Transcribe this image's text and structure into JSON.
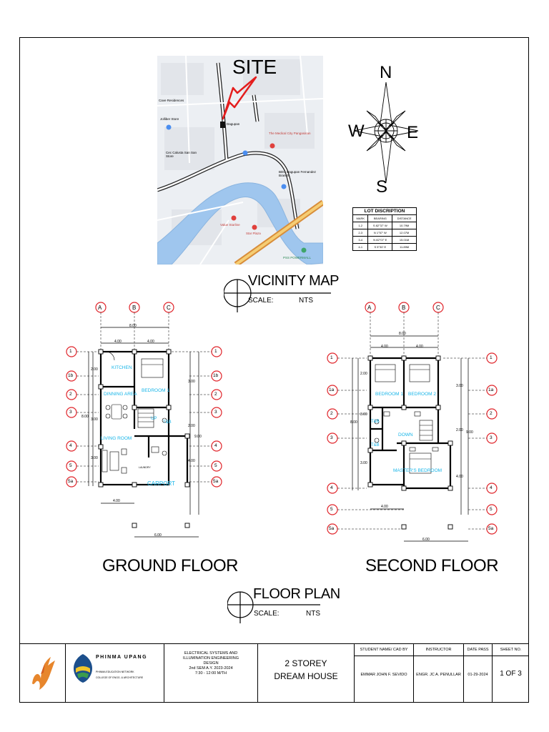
{
  "vicinity": {
    "site_label": "SITE",
    "map_labels": [
      {
        "text": "Cave Residences"
      },
      {
        "text": "Jolliber Store"
      },
      {
        "text": "Dagupan"
      },
      {
        "text": "The Medical City Pangasinan"
      },
      {
        "text": "Cec Calusta San San Store"
      },
      {
        "text": "BDO Dagupan Fernandez Branch"
      },
      {
        "text": "Value Starline"
      },
      {
        "text": "Star Plaza"
      },
      {
        "text": "PSS POWERMALL"
      }
    ],
    "compass": {
      "n": "N",
      "e": "E",
      "s": "S",
      "w": "W"
    },
    "title": "VICINITY MAP",
    "scale_label": "SCALE:",
    "scale_value": "NTS"
  },
  "lot_description": {
    "title": "LOT DISCRIPTION",
    "headers": [
      "MARK",
      "BEARING",
      "DISTANCE"
    ],
    "rows": [
      [
        "1-2",
        "S 82°37' W",
        "10.79M"
      ],
      [
        "2-3",
        "N 1°57' W",
        "12.07M"
      ],
      [
        "3-4",
        "N 82°07' E",
        "15.01M"
      ],
      [
        "4-1",
        "S 5°30' E",
        "11.89M"
      ]
    ]
  },
  "ground_floor": {
    "title": "GROUND FLOOR",
    "col_markers": [
      "A",
      "B",
      "C"
    ],
    "row_markers_left": [
      "1",
      "1b",
      "2",
      "3",
      "4",
      "5",
      "5a"
    ],
    "row_markers_right": [
      "1",
      "1b",
      "2",
      "3",
      "4",
      "5",
      "5a"
    ],
    "dims": {
      "total_width": "8.00",
      "left_bay": "4.00",
      "right_bay": "4.00",
      "bottom_left": "4.00",
      "carport_width": "6.00",
      "left_total": "8.00",
      "left_1": "2.00",
      "left_2": "3.00",
      "left_3": "3.00",
      "right_total": "9.00",
      "right_1": "3.00",
      "right_2": "2.00",
      "right_3": "4.00"
    },
    "rooms": {
      "kitchen": "KITCHEN",
      "dining": "DINNING AREA",
      "bedroom": "BEDROOM 1",
      "living": "LIVING ROOM",
      "up": "UP",
      "tb": "T&B",
      "carport": "CARPORT",
      "small": "LAUNDRY"
    }
  },
  "second_floor": {
    "title": "SECOND FLOOR",
    "col_markers": [
      "A",
      "B",
      "C"
    ],
    "row_markers_left": [
      "1",
      "1a",
      "2",
      "3",
      "4",
      "5",
      "5a"
    ],
    "row_markers_right": [
      "1",
      "1a",
      "2",
      "3",
      "4",
      "5",
      "5a"
    ],
    "dims": {
      "total_width": "8.00",
      "left_bay": "4.00",
      "right_bay": "4.00",
      "bottom_left": "4.00",
      "bottom_right": "6.00",
      "left_total": "8.00",
      "left_1": "2.00",
      "left_2": "3.00",
      "left_3": "3.00",
      "right_total": "9.00",
      "right_1": "3.00",
      "right_2": "2.00",
      "right_3": "4.00"
    },
    "rooms": {
      "bedroom1": "BEDROOM 1",
      "bedroom2": "BEDROOM 2",
      "tb1": "T&B",
      "tb2": "T&B",
      "down": "DOWN",
      "master": "MASTER'S BEDROOM"
    }
  },
  "floor_plan": {
    "title": "FLOOR PLAN",
    "scale_label": "SCALE:",
    "scale_value": "NTS"
  },
  "title_block": {
    "school_name": "PHINMA UPANG",
    "school_sub1": "PHINMA EDUCATION NETWORK",
    "school_sub2": "COLLEGE OF ENGG. & ARCHITECTURE",
    "course_line1": "ELECTRICAL SYSTEMS AND",
    "course_line2": "ILLUMINATION ENGINEERING",
    "course_line3": "DESIGN",
    "course_line4": "2nd SEM A.Y. 2023-2024",
    "course_line5": "7:30 - 12:00 M/TH",
    "project_line1": "2 STOREY",
    "project_line2": "DREAM HOUSE",
    "student_head": "STUDENT NAME/ CAD BY",
    "student_val": "EMMAR JOHN F. SEVIDO",
    "instructor_head": "INSTRUCTOR",
    "instructor_val": "ENGR. JC A. PENULLAR",
    "date_head": "DATE PASS",
    "date_val": "01-29-2024",
    "sheet_head": "SHEET NO.",
    "sheet_val": "1 OF 3"
  },
  "colors": {
    "marker_red": "#e0252b",
    "room_label_cyan": "#17b5e8",
    "river_blue": "#9fc6ee",
    "map_bg": "#eceff3",
    "site_arrow": "#e41d1d"
  }
}
